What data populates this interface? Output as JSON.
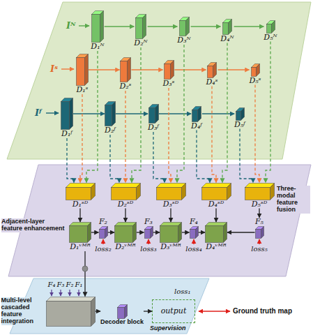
{
  "diagram": {
    "nodes": [
      {
        "text": [
          "D₁ᴺ"
        ]
      },
      {
        "text": [
          "D₂ᴺ"
        ]
      },
      {
        "text": [
          "D₃ᴺ"
        ]
      },
      {
        "text": [
          "D₄ᴺ"
        ]
      },
      {
        "text": [
          "D₅ᴺ"
        ]
      },
      {
        "text": [
          "D₁ˢ"
        ]
      },
      {
        "text": [
          "D₂ˢ"
        ]
      },
      {
        "text": [
          "D₃ˢ"
        ]
      },
      {
        "text": [
          "D₄ˢ"
        ]
      },
      {
        "text": [
          "D₅ˢ"
        ]
      },
      {
        "text": [
          "D₁ᶠ"
        ]
      },
      {
        "text": [
          "D₂ᶠ"
        ]
      },
      {
        "text": [
          "D₃ᶠ"
        ]
      },
      {
        "text": [
          "D₄ᶠ"
        ]
      },
      {
        "text": [
          "D₅ᶠ"
        ]
      },
      {
        "text": [
          "D₁ˢᴰ"
        ]
      },
      {
        "text": [
          "D₂ˢᴰ"
        ]
      },
      {
        "text": [
          "D₃ˢᴰ"
        ]
      },
      {
        "text": [
          "D₄ˢᴰ"
        ]
      },
      {
        "text": [
          "D₅ˢᴰ"
        ]
      },
      {
        "text": [
          "D₁ᵛᴹᴿ"
        ]
      },
      {
        "text": [
          "D₂ᵛᴹᴿ"
        ]
      },
      {
        "text": [
          "D₃ᵛᴹᴿ"
        ]
      },
      {
        "text": [
          "D₄ᵛᴹᴿ"
        ]
      },
      {
        "text": [
          "F₂"
        ]
      },
      {
        "text": [
          "F₃"
        ]
      },
      {
        "text": [
          "F₄"
        ]
      },
      {
        "text": [
          "F₅"
        ]
      },
      {
        "text": [
          "Multi-level cascaded feature integration"
        ]
      },
      {
        "text": [
          "Decoder block"
        ]
      },
      {
        "text": [
          "output"
        ]
      }
    ],
    "edges": [
      {
        "from": 0,
        "to": 1,
        "arrow": "to"
      },
      {
        "from": 1,
        "to": 2,
        "arrow": "to"
      },
      {
        "from": 2,
        "to": 3,
        "arrow": "to"
      },
      {
        "from": 3,
        "to": 4,
        "arrow": "to"
      },
      {
        "from": 5,
        "to": 6,
        "arrow": "to"
      },
      {
        "from": 6,
        "to": 7,
        "arrow": "to"
      },
      {
        "from": 7,
        "to": 8,
        "arrow": "to"
      },
      {
        "from": 8,
        "to": 9,
        "arrow": "to"
      },
      {
        "from": 10,
        "to": 11,
        "arrow": "to"
      },
      {
        "from": 11,
        "to": 12,
        "arrow": "to"
      },
      {
        "from": 12,
        "to": 13,
        "arrow": "to"
      },
      {
        "from": 13,
        "to": 14,
        "arrow": "to"
      },
      {
        "from": 0,
        "to": 15,
        "arrow": "to"
      },
      {
        "from": 5,
        "to": 15,
        "arrow": "to"
      },
      {
        "from": 10,
        "to": 15,
        "arrow": "to"
      },
      {
        "from": 1,
        "to": 16,
        "arrow": "to"
      },
      {
        "from": 6,
        "to": 16,
        "arrow": "to"
      },
      {
        "from": 11,
        "to": 16,
        "arrow": "to"
      },
      {
        "from": 2,
        "to": 17,
        "arrow": "to"
      },
      {
        "from": 7,
        "to": 17,
        "arrow": "to"
      },
      {
        "from": 12,
        "to": 17,
        "arrow": "to"
      },
      {
        "from": 3,
        "to": 18,
        "arrow": "to"
      },
      {
        "from": 8,
        "to": 18,
        "arrow": "to"
      },
      {
        "from": 13,
        "to": 18,
        "arrow": "to"
      },
      {
        "from": 4,
        "to": 19,
        "arrow": "to"
      },
      {
        "from": 9,
        "to": 19,
        "arrow": "to"
      },
      {
        "from": 14,
        "to": 19,
        "arrow": "to"
      },
      {
        "from": 15,
        "to": 20,
        "arrow": "to"
      },
      {
        "from": 16,
        "to": 21,
        "arrow": "to"
      },
      {
        "from": 17,
        "to": 22,
        "arrow": "to"
      },
      {
        "from": 18,
        "to": 23,
        "arrow": "to"
      },
      {
        "from": 19,
        "to": 27,
        "arrow": "to"
      },
      {
        "from": 20,
        "to": 24,
        "arrow": "to"
      },
      {
        "from": 24,
        "to": 21,
        "arrow": "to"
      },
      {
        "from": 21,
        "to": 25,
        "arrow": "to"
      },
      {
        "from": 25,
        "to": 22,
        "arrow": "to"
      },
      {
        "from": 22,
        "to": 26,
        "arrow": "to"
      },
      {
        "from": 26,
        "to": 23,
        "arrow": "to"
      },
      {
        "from": 27,
        "to": 23,
        "arrow": "to"
      },
      {
        "from": 20,
        "to": 28,
        "arrow": "to"
      },
      {
        "from": 28,
        "to": 29,
        "arrow": "to"
      },
      {
        "from": 29,
        "to": 30,
        "arrow": "to"
      }
    ],
    "labels": [
      "Iᴺ",
      "Iˢ",
      "Iᶠ",
      "Three-modal feature fusion",
      "Adjacent-layer feature enhancement",
      "loss₂",
      "loss₃",
      "loss₄",
      "loss₅",
      "F₄",
      "F₃",
      "F₂",
      "F₁",
      "loss₁",
      "Supervision",
      "Ground truth map"
    ]
  }
}
